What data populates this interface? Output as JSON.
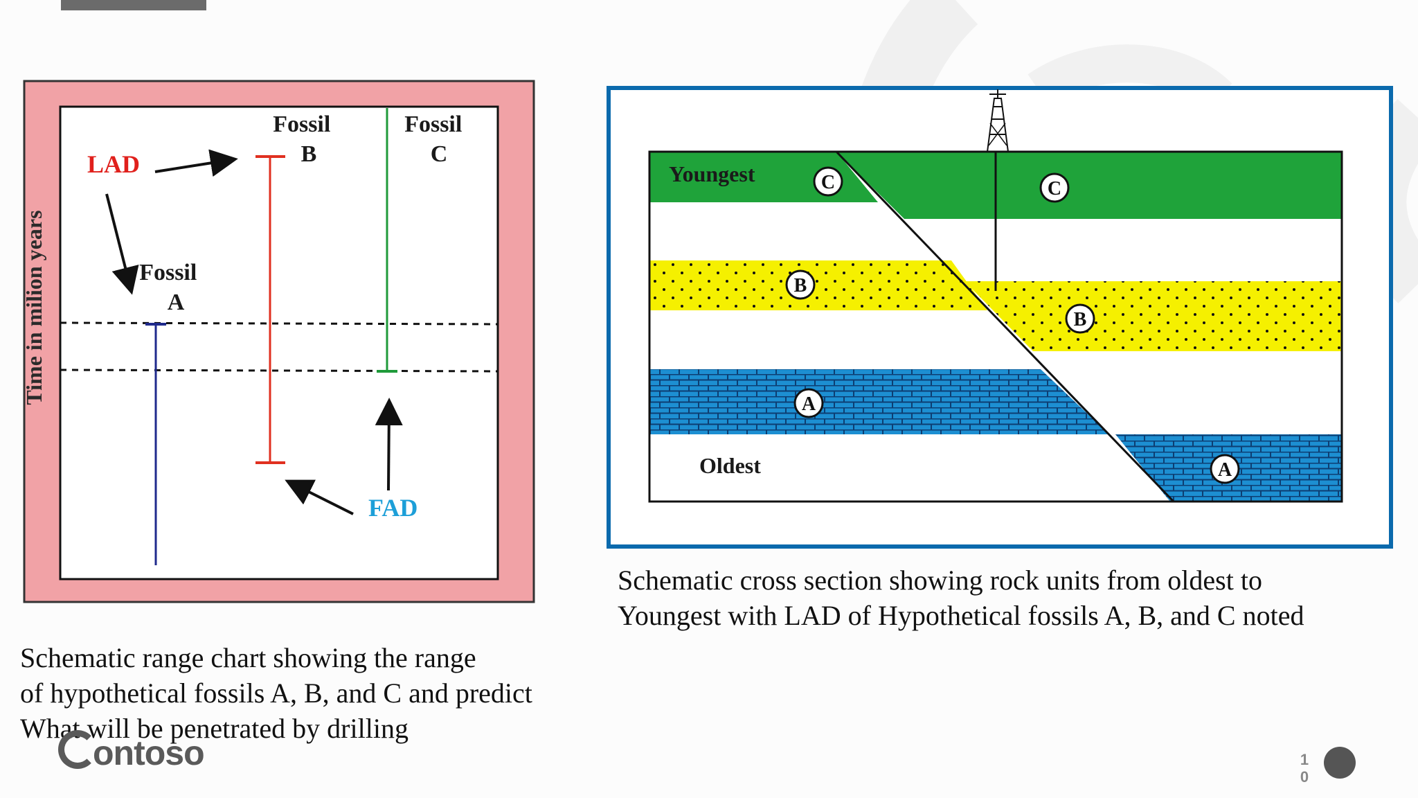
{
  "range_chart": {
    "y_axis_label": "Time in milion years",
    "lad_label": "LAD",
    "fad_label": "FAD",
    "fossil_a": [
      "Fossil",
      "A"
    ],
    "fossil_b": [
      "Fossil",
      "B"
    ],
    "fossil_c": [
      "Fossil",
      "C"
    ],
    "colors": {
      "frame": "#f1a2a6",
      "lad": "#e0201c",
      "fad": "#1d9fd8",
      "fossil_a": "#1f2a8c",
      "fossil_b": "#e03020",
      "fossil_c": "#1f9a3a"
    },
    "caption": "Schematic range chart showing the range\nof hypothetical fossils A, B, and C and predict\nWhat will be penetrated by drilling"
  },
  "cross_section": {
    "youngest_label": "Youngest",
    "oldest_label": "Oldest",
    "marker_c": "C",
    "marker_b": "B",
    "marker_a": "A",
    "colors": {
      "frame": "#0b6aad",
      "unit_c": "#1fa33a",
      "unit_b": "#f5f000",
      "unit_a": "#1d8fd2"
    },
    "caption": "Schematic cross section showing rock units from oldest to\nYoungest  with LAD of Hypothetical fossils A, B, and C noted"
  },
  "footer": {
    "logo": "ontoso",
    "page_number_line1": "1",
    "page_number_line2": "0"
  }
}
